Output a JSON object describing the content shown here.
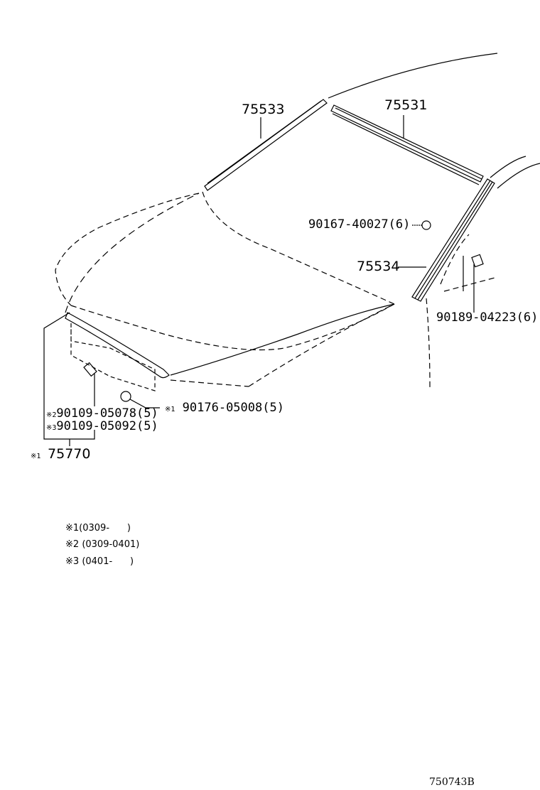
{
  "diagram": {
    "title_code": "750743B",
    "parts": [
      {
        "id": "p75533",
        "number": "75533"
      },
      {
        "id": "p75531",
        "number": "75531"
      },
      {
        "id": "p9016740027",
        "number": "90167-40027",
        "qty": "(6)"
      },
      {
        "id": "p75534",
        "number": "75534"
      },
      {
        "id": "p9018904223",
        "number": "90189-04223",
        "qty": "(6)"
      },
      {
        "id": "p9017605008",
        "number": "90176-05008",
        "qty": "(5)",
        "mark": "※1"
      },
      {
        "id": "p9010905078",
        "number": "90109-05078",
        "qty": "(5)",
        "mark": "※2"
      },
      {
        "id": "p9010905092",
        "number": "90109-05092",
        "qty": "(5)",
        "mark": "※3"
      },
      {
        "id": "p75770",
        "number": "75770",
        "mark": "※1"
      }
    ],
    "notes": [
      {
        "mark": "※1",
        "range": "(0309-      )"
      },
      {
        "mark": "※2",
        "range": "(0309-0401)"
      },
      {
        "mark": "※3",
        "range": "(0401-      )"
      }
    ]
  }
}
